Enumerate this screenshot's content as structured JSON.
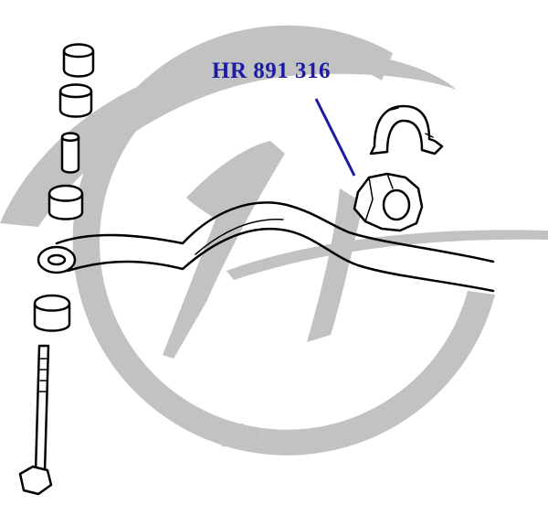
{
  "diagram": {
    "part_number": "HR 891 316",
    "callout_color": "#1c1ca8",
    "line_color": "#000000",
    "background_color": "#ffffff"
  },
  "watermark": {
    "brand": "abcp",
    "domain_suffix": ".ru",
    "color": "#c4c4c4",
    "logo_icon": "hr-swoosh-logo"
  }
}
